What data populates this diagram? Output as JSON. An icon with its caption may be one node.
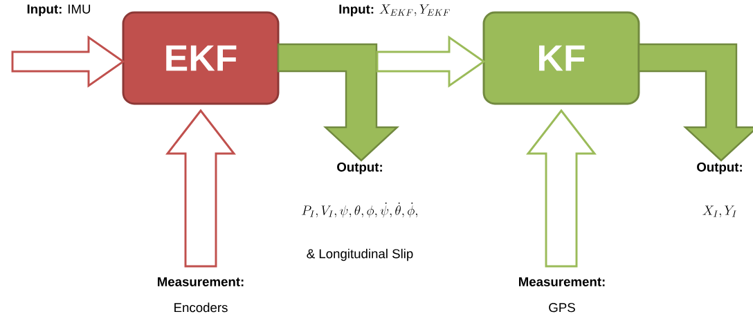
{
  "diagram": {
    "nodes": [
      {
        "text": [
          "EKF"
        ]
      },
      {
        "text": [
          "KF"
        ]
      },
      {
        "text": [
          "Input:",
          "IMU"
        ]
      },
      {
        "text": [
          "Measurement:",
          "Encoders"
        ]
      },
      {
        "text": [
          "Output:",
          "P_{I},V_{I},\\psi,\\theta,\\phi,\\dot{\\psi},\\dot{\\theta},\\dot{\\phi},",
          "& Longitudinal Slip"
        ]
      },
      {
        "text": [
          "Input:",
          "X_{EKF},Y_{EKF}"
        ]
      },
      {
        "text": [
          "Measurement:",
          "GPS"
        ]
      },
      {
        "text": [
          "Output:",
          "X_{I},Y_{I}"
        ]
      }
    ],
    "edges": [
      {
        "from": 2,
        "to": 0,
        "arrow": "to",
        "color": "#c0504d"
      },
      {
        "from": 3,
        "to": 0,
        "arrow": "to",
        "color": "#c0504d"
      },
      {
        "from": 0,
        "to": 4,
        "arrow": "to",
        "style": "thick"
      },
      {
        "from": 5,
        "to": 1,
        "arrow": "to"
      },
      {
        "from": 6,
        "to": 1,
        "arrow": "to"
      },
      {
        "from": 1,
        "to": 7,
        "arrow": "to",
        "style": "thick"
      }
    ]
  }
}
